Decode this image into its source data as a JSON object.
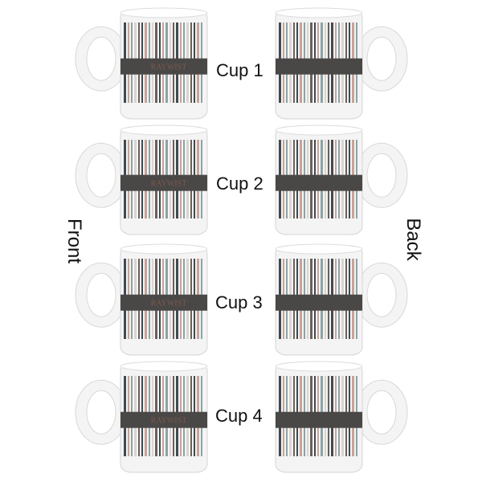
{
  "labels": {
    "front": "Front",
    "back": "Back"
  },
  "cups": [
    {
      "label": "Cup 1",
      "monogram": "RAYWIST"
    },
    {
      "label": "Cup 2",
      "monogram": "RAYWIST"
    },
    {
      "label": "Cup 3",
      "monogram": "RAYWIST"
    },
    {
      "label": "Cup 4",
      "monogram": "RAYWIST"
    }
  ],
  "colors": {
    "mug_white": "#f4f4f4",
    "band": "#4a4747",
    "monogram": "#7a5a4a",
    "stripes": [
      "#3f4a52",
      "#c9a296",
      "#8aa3a8",
      "#d9d4cf",
      "#6b5f5a"
    ]
  }
}
